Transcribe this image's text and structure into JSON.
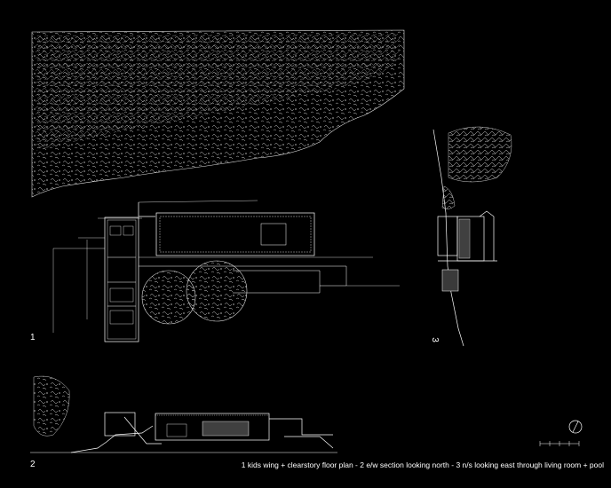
{
  "drawing": {
    "labels": {
      "plan": "1",
      "section_ew": "2",
      "section_ns": "3"
    },
    "caption": "1 kids wing + clearstory floor plan - 2 e/w section looking north - 3 n/s looking east through living room + pool",
    "colors": {
      "background": "#000000",
      "line": "#ffffff",
      "foliage": "#d9d9d9"
    },
    "icons": [
      "north-arrow-icon",
      "scale-bar-icon"
    ]
  }
}
